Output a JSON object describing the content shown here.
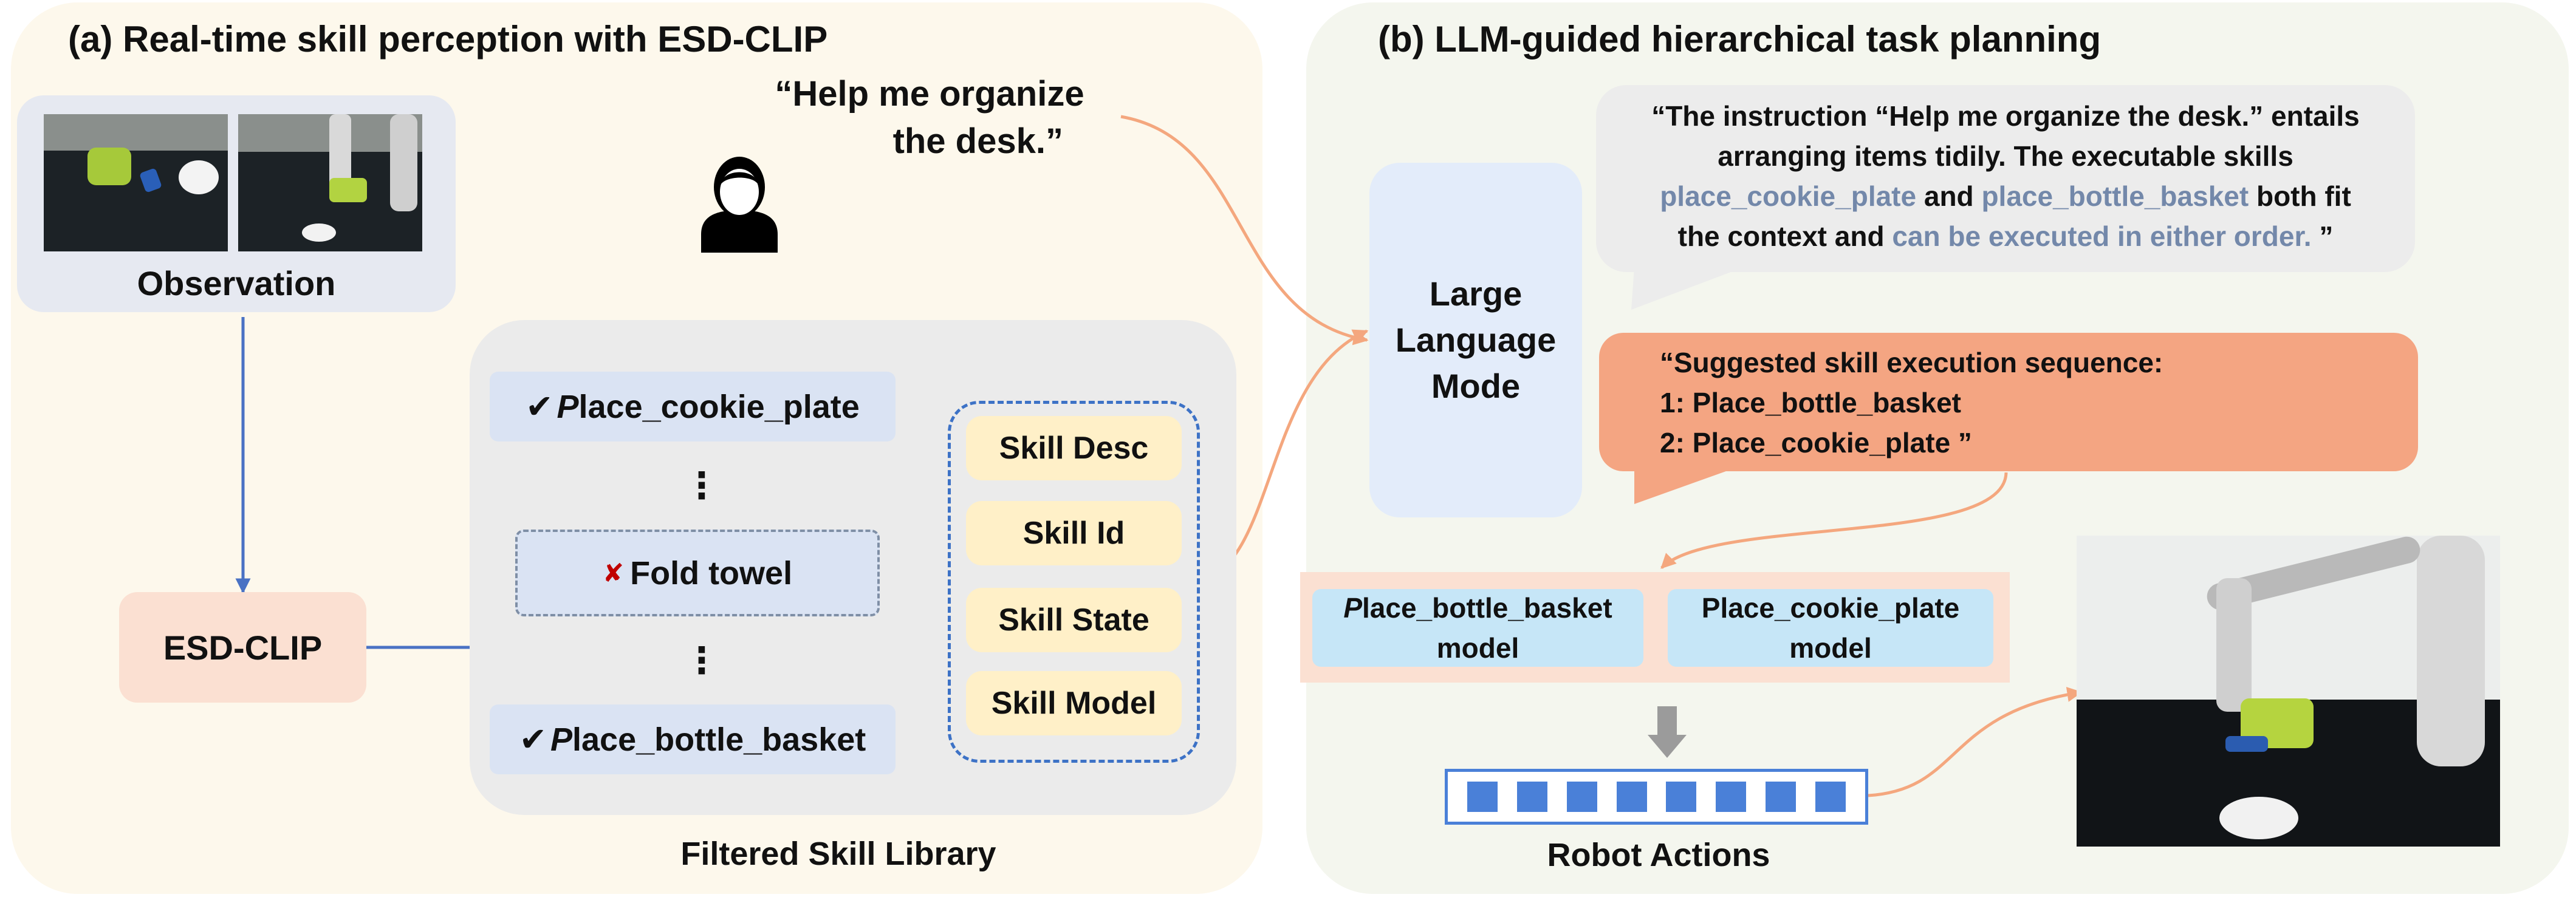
{
  "panel_a": {
    "title": "(a) Real-time skill perception with ESD-CLIP",
    "observation_label": "Observation",
    "quote_line1": "“Help me organize",
    "quote_line2": "the desk.”",
    "esd_clip_label": "ESD-CLIP",
    "library": {
      "items": [
        {
          "mark": "✔",
          "initial": "P",
          "rest": "lace_cookie_plate"
        },
        {
          "mark": "✘",
          "text": "Fold towel"
        },
        {
          "mark": "✔",
          "initial": "P",
          "rest": "lace_bottle_basket"
        }
      ],
      "ellipsis": "⋮",
      "attributes": [
        "Skill Desc",
        "Skill Id",
        "Skill State",
        "Skill Model"
      ],
      "caption": "Filtered Skill Library"
    }
  },
  "panel_b": {
    "title": "(b) LLM-guided hierarchical task planning",
    "llm_line1": "Large",
    "llm_line2": "Language",
    "llm_line3": "Mode",
    "reasoning": {
      "line1": "“The instruction “Help me organize the desk.” entails",
      "line2": "arranging items tidily. The executable skills",
      "line3_skill1": "place_cookie_plate",
      "line3_and": " and ",
      "line3_skill2": "place_bottle_basket",
      "line3_tail": " both fit",
      "line4_head": "the context and ",
      "line4_hl": "can be executed in either order.",
      "line4_tail": " ”"
    },
    "sequence": {
      "line1": "“Suggested skill execution sequence:",
      "line2": "1: Place_bottle_basket",
      "line3": "2: Place_cookie_plate ”"
    },
    "models": [
      {
        "initial": "P",
        "rest": "lace_bottle_basket",
        "line2": "model"
      },
      {
        "line1": "Place_cookie_plate",
        "line2": "model"
      }
    ],
    "robot_actions_label": "Robot Actions",
    "action_count": 8
  },
  "colors": {
    "arrow_blue": "#4a72c4",
    "arrow_orange": "#f4a77e",
    "sequence_bubble": "#f4a582",
    "reasoning_bubble": "#ececec",
    "highlight": "#7388aa",
    "reject_mark": "#c00000",
    "action_block": "#4a80d8"
  }
}
